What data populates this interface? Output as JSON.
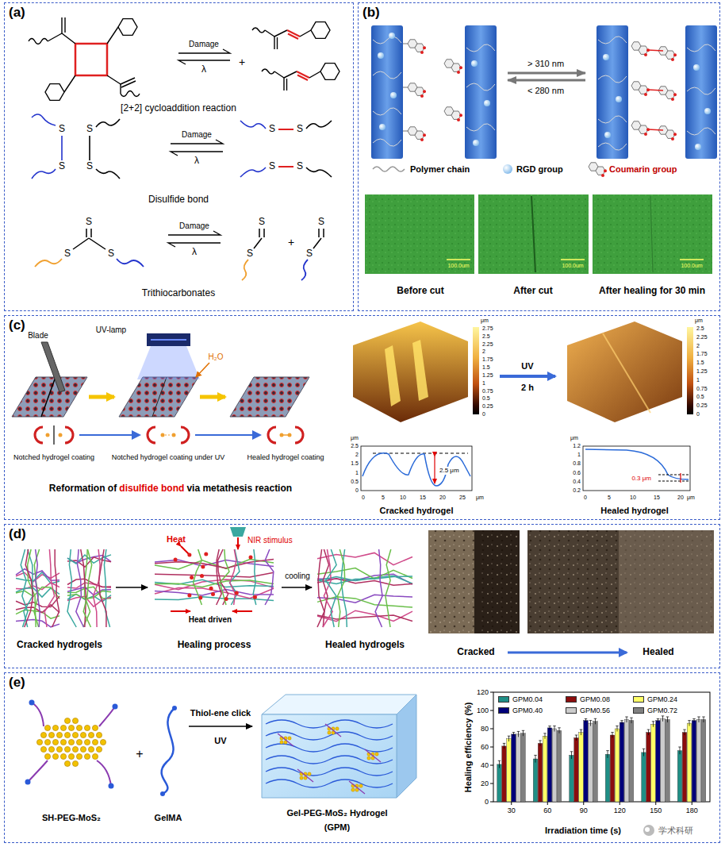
{
  "diagram": {
    "nodes": [
      {
        "text": [
          "(a)"
        ]
      },
      {
        "text": [
          "(b)"
        ]
      },
      {
        "text": [
          "(c)"
        ]
      },
      {
        "text": [
          "(d)"
        ]
      },
      {
        "text": [
          "(e)"
        ]
      }
    ],
    "labels": [
      "Damage",
      "λ",
      "+",
      "[2+2] cycloaddition reaction",
      "Damage",
      "λ",
      "S",
      "S",
      "S",
      "S",
      "S",
      "S",
      "S",
      "S",
      "Disulfide bond",
      "Damage",
      "λ",
      "S",
      "S",
      "S",
      "S",
      "S",
      "+",
      "S",
      "S",
      "Trithiocarbonates",
      "> 310 nm",
      "< 280 nm",
      "100.0um",
      "100.0um",
      "100.0um",
      "Before cut",
      "After cut",
      "After healing for 30 min",
      "Blade",
      "UV-lamp",
      "H₂O",
      "Notched hydrogel coating",
      "Notched hydrogel coating under UV",
      "Healed hydrogel coating",
      "Reformation of",
      "disulfide bond",
      "via metathesis reaction",
      "μm",
      "2.75",
      "2.5",
      "2.25",
      "2",
      "1.75",
      "1.5",
      "1.25",
      "1",
      "0.75",
      "0.5",
      "0.25",
      "0",
      "μm",
      "2.5",
      "2",
      "1.5",
      "1",
      "0.5",
      "0",
      "0",
      "5",
      "10",
      "15",
      "20",
      "25",
      "μm",
      "2.5 μm",
      "Cracked hydrogel",
      "UV",
      "2 h",
      "μm",
      "2.5",
      "2.25",
      "2",
      "1.75",
      "1.5",
      "1.25",
      "1",
      "0.75",
      "0.5",
      "0.25",
      "0",
      "μm",
      "1.2",
      "1",
      "0.8",
      "0.6",
      "0.4",
      "0.2",
      "0",
      "5",
      "10",
      "15",
      "20",
      "μm",
      "0.3 μm",
      "Healed hydrogel",
      "Heat",
      "NIR stimulus",
      "Heat driven",
      "cooling",
      "Cracked hydrogels",
      "Healing process",
      "Healed hydrogels",
      "Cracked",
      "Healed",
      "+",
      "Thiol-ene click",
      "UV",
      "SH-PEG-MoS₂",
      "GelMA",
      "Gel-PEG-MoS₂ Hydrogel",
      "(GPM)",
      "Healing efficiency (%)",
      "120",
      "100",
      "80",
      "60",
      "40",
      "20",
      "0",
      "30",
      "60",
      "90",
      "120",
      "150",
      "180",
      "Irradiation time (s)",
      "学术科研"
    ],
    "legend": [
      {
        "text": "Polymer chain"
      },
      {
        "text": "RGD group"
      },
      {
        "text": "Coumarin group"
      },
      {
        "text": "GPM0.04",
        "color": "#1f8f86"
      },
      {
        "text": "GPM0.08",
        "color": "#8b0d0d"
      },
      {
        "text": "GPM0.24",
        "color": "#ffff66"
      },
      {
        "text": "GPM0.40",
        "color": "#00007a"
      },
      {
        "text": "GPM0.56",
        "color": "#cccccc"
      },
      {
        "text": "GPM0.72",
        "color": "#808080"
      }
    ]
  }
}
